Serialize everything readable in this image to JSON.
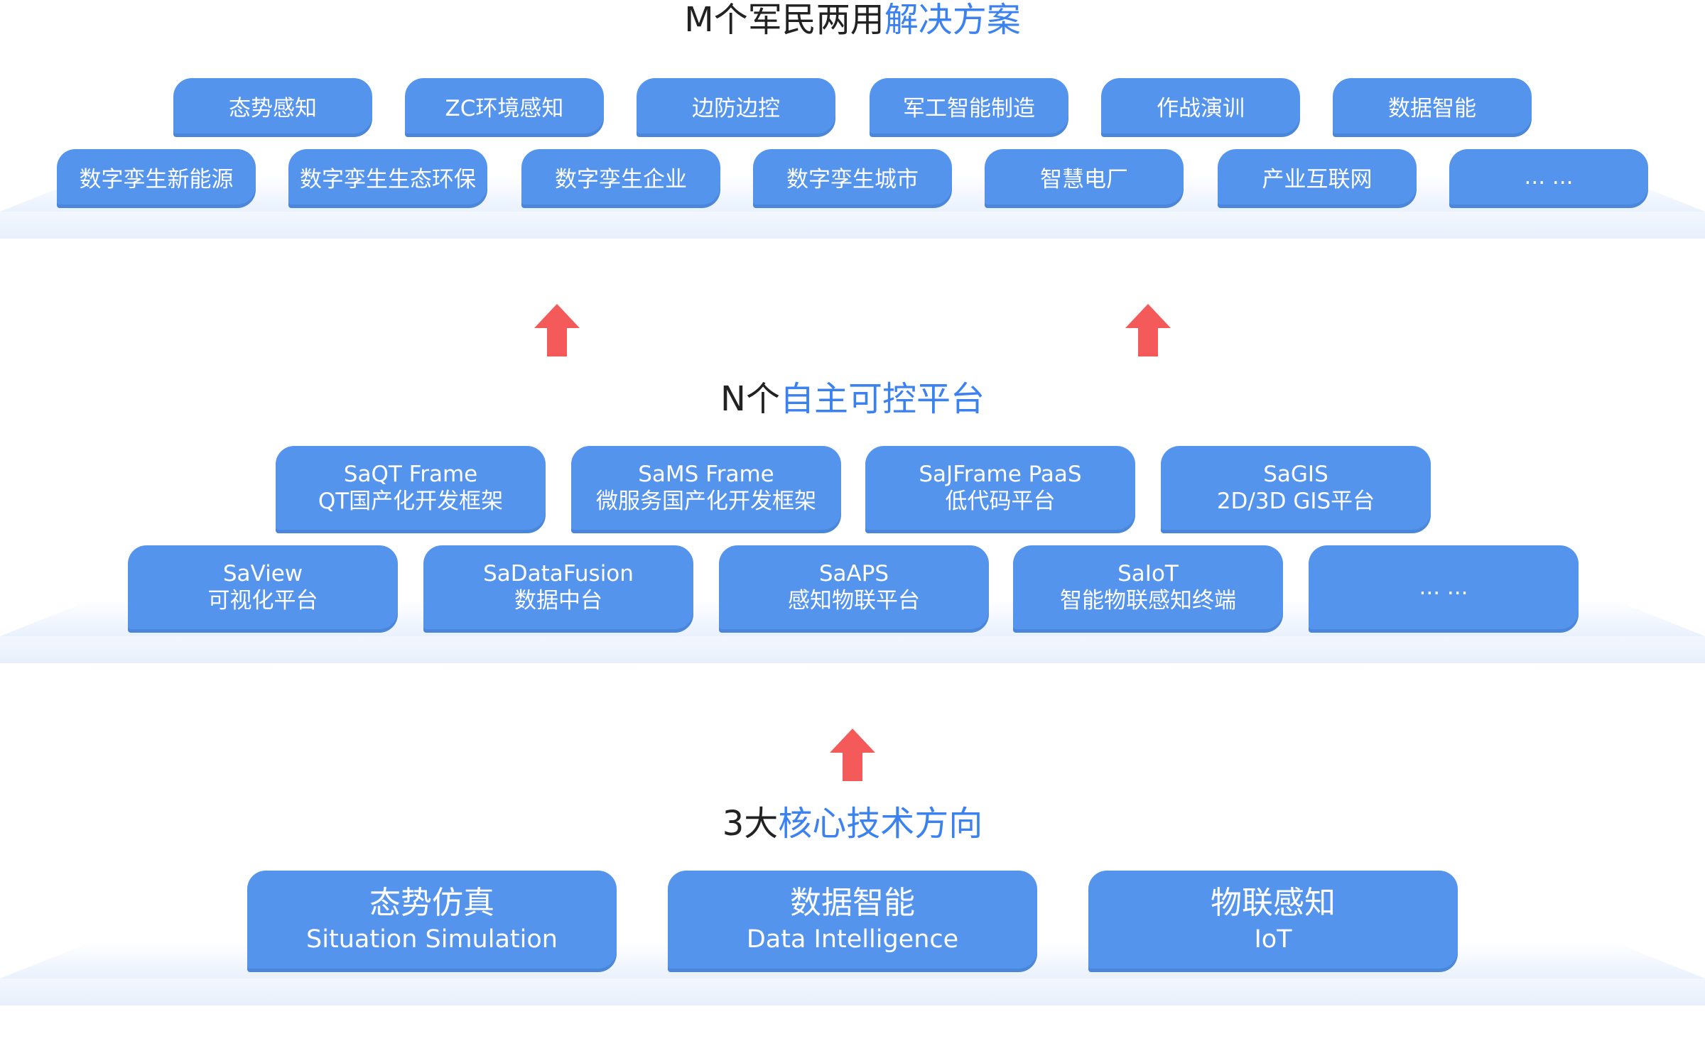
{
  "solutions": {
    "title_prefix": "M个军民两用",
    "title_highlight": "解决方案",
    "row1": [
      "态势感知",
      "ZC环境感知",
      "边防边控",
      "军工智能制造",
      "作战演训",
      "数据智能"
    ],
    "row2": [
      "数字孪生新能源",
      "数字孪生生态环保",
      "数字孪生企业",
      "数字孪生城市",
      "智慧电厂",
      "产业互联网",
      "... ..."
    ]
  },
  "platforms": {
    "title_prefix": "N个",
    "title_highlight": "自主可控平台",
    "row1": [
      {
        "name": "SaQT Frame",
        "desc": "QT国产化开发框架"
      },
      {
        "name": "SaMS Frame",
        "desc": "微服务国产化开发框架"
      },
      {
        "name": "SaJFrame PaaS",
        "desc": "低代码平台"
      },
      {
        "name": "SaGIS",
        "desc": "2D/3D GIS平台"
      }
    ],
    "row2": [
      {
        "name": "SaView",
        "desc": "可视化平台"
      },
      {
        "name": "SaDataFusion",
        "desc": "数据中台"
      },
      {
        "name": "SaAPS",
        "desc": "感知物联平台"
      },
      {
        "name": "SaIoT",
        "desc": "智能物联感知终端"
      },
      {
        "name": "... ...",
        "desc": ""
      }
    ]
  },
  "core": {
    "title_prefix": "3大",
    "title_highlight": "核心技术方向",
    "items": [
      {
        "cn": "态势仿真",
        "en": "Situation Simulation"
      },
      {
        "cn": "数据智能",
        "en": "Data Intelligence"
      },
      {
        "cn": "物联感知",
        "en": "IoT"
      }
    ]
  },
  "colors": {
    "box": "#5594ec",
    "highlight": "#3b82f0",
    "arrow": "#f55a5a",
    "text": "#222222"
  },
  "icons": {
    "arrow": "arrow-up-icon"
  }
}
